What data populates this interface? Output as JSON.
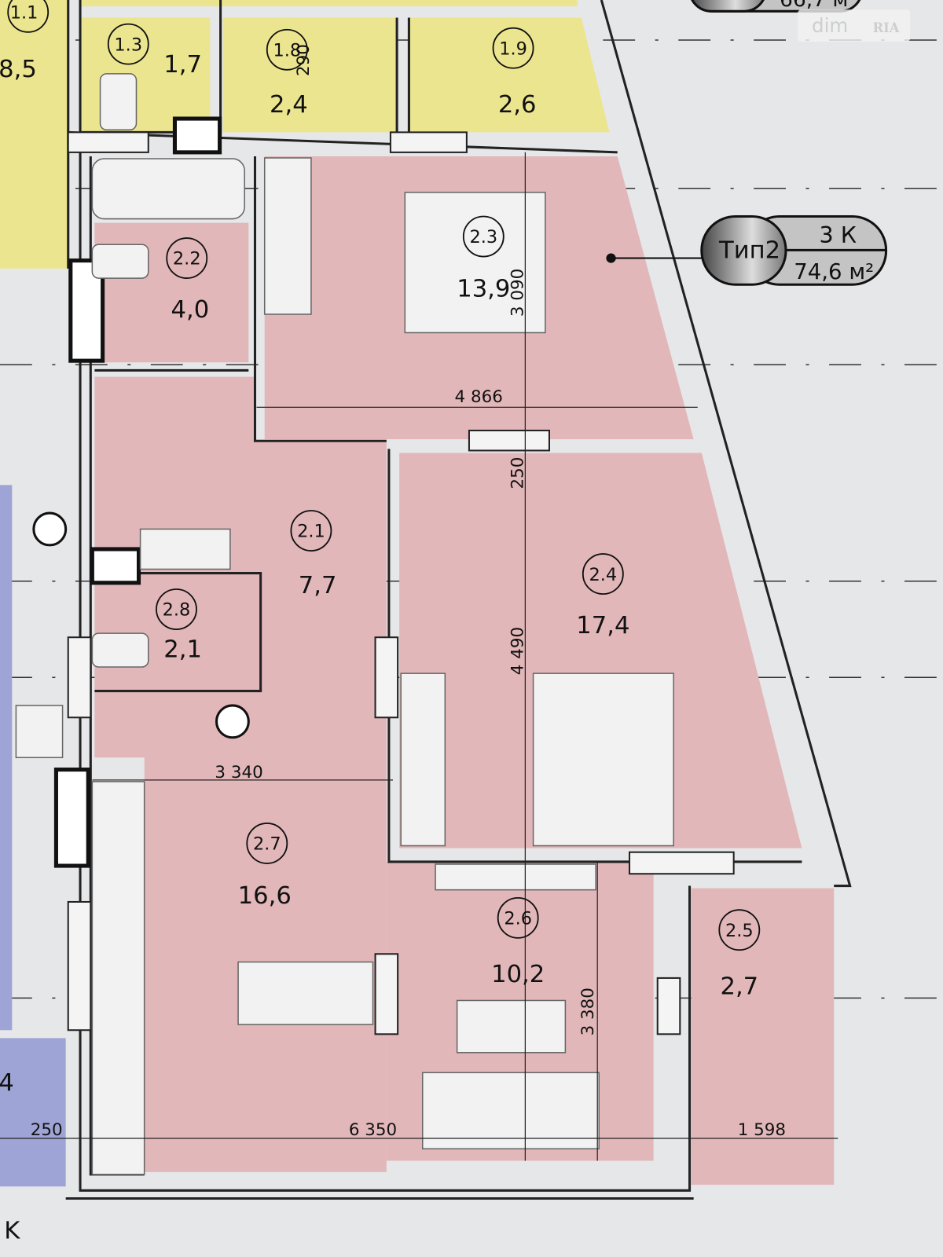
{
  "plan": {
    "badge": {
      "type": "Тип2",
      "rooms": "3 К",
      "area": "74,6 м²"
    },
    "top_badge_partial": "66,7 м",
    "watermark": {
      "brand": "dim",
      "brand2": "RIA"
    },
    "colors": {
      "apartment": "#e2b7ba",
      "neighbor": "#ece58f",
      "neighbor_left": "#9fa4d6"
    },
    "rooms": [
      {
        "id": "2.1",
        "area": "7,7"
      },
      {
        "id": "2.2",
        "area": "4,0"
      },
      {
        "id": "2.3",
        "area": "13,9"
      },
      {
        "id": "2.4",
        "area": "17,4"
      },
      {
        "id": "2.5",
        "area": "2,7"
      },
      {
        "id": "2.6",
        "area": "10,2"
      },
      {
        "id": "2.7",
        "area": "16,6"
      },
      {
        "id": "2.8",
        "area": "2,1"
      }
    ],
    "neighbor_rooms": [
      {
        "id": "1.1",
        "area": "8,5"
      },
      {
        "id": "1.3",
        "area": "1,7"
      },
      {
        "id": "1.8",
        "area": "2,4"
      },
      {
        "id": "1.9",
        "area": "2,6"
      }
    ],
    "neighbor_left_labels": [
      "4",
      "K"
    ],
    "dimensions": [
      "4 866",
      "250",
      "3 090",
      "4 490",
      "3 340",
      "3 380",
      "250",
      "6 350",
      "1 598",
      "290"
    ]
  }
}
